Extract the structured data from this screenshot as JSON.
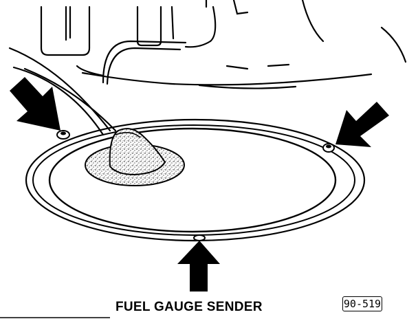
{
  "figure": {
    "caption": "FUEL GAUGE SENDER",
    "figure_code": "90-519",
    "arrows": [
      "upper-left arrow",
      "upper-right arrow",
      "bottom arrow"
    ],
    "line_color": "#000000",
    "background_color": "#ffffff"
  }
}
